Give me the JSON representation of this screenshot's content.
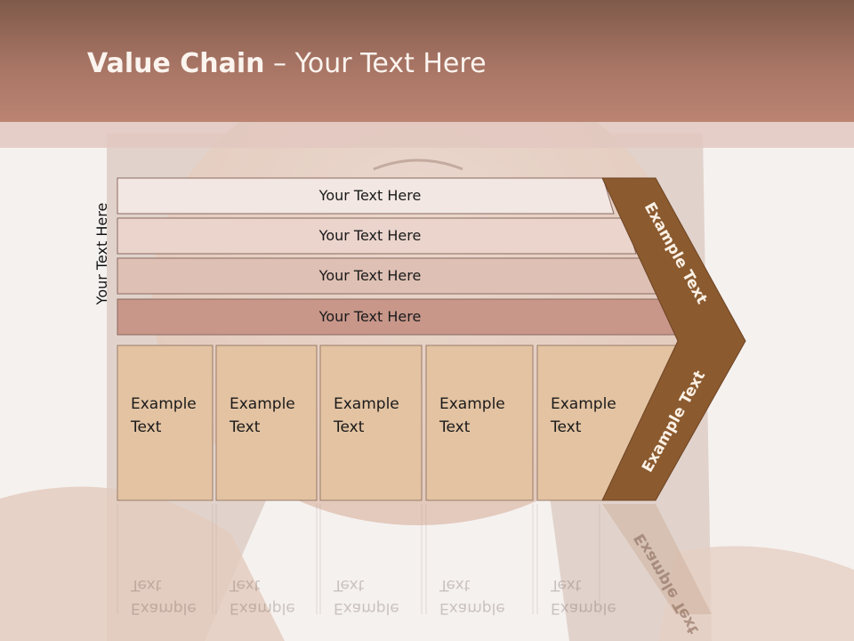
{
  "slide": {
    "title_bold": "Value Chain",
    "title_rest": " – Your Text Here",
    "side_label": "Your Text Here"
  },
  "support_bars": [
    {
      "label": "Your Text Here",
      "color": "#f2e7e2"
    },
    {
      "label": "Your Text Here",
      "color": "#ead4cc"
    },
    {
      "label": "Your Text Here",
      "color": "#dec0b4"
    },
    {
      "label": "Your Text Here",
      "color": "#c8978a"
    }
  ],
  "primary_boxes": [
    {
      "line1": "Example",
      "line2": "Text"
    },
    {
      "line1": "Example",
      "line2": "Text"
    },
    {
      "line1": "Example",
      "line2": "Text"
    },
    {
      "line1": "Example",
      "line2": "Text"
    },
    {
      "line1": "Example",
      "line2": "Text"
    }
  ],
  "margin_arrow": {
    "upper_label": "Example Text",
    "lower_label": "Example Text",
    "color": "#8b5a2f"
  },
  "colors": {
    "box_fill": "#e3c3a2",
    "header_dark": "#7f5a4a",
    "header_light": "#bb8472"
  }
}
